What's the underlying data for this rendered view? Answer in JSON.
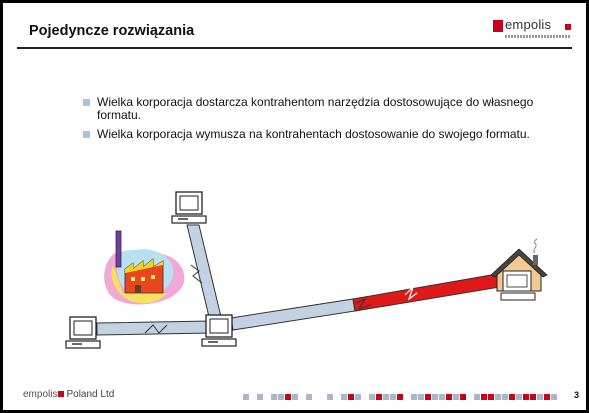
{
  "slide": {
    "title": "Pojedyncze rozwiązania",
    "bullets": [
      "Wielka korporacja dostarcza kontrahentom narzędzia dostosowujące do własnego formatu.",
      "Wielka korporacja wymusza na kontrahentach dostosowanie do swojego formatu."
    ]
  },
  "logo": {
    "text": "empolis"
  },
  "footer": {
    "company": "empolis",
    "suffix": "Poland Ltd",
    "page": "3"
  },
  "colors": {
    "accent": "#c8001e",
    "bullet": "#a8c4dc",
    "pipe": "#c2d2e2",
    "pipe_red": "#e01818"
  },
  "icons": [
    "computer-icon",
    "factory-clipart",
    "house-clipart"
  ]
}
